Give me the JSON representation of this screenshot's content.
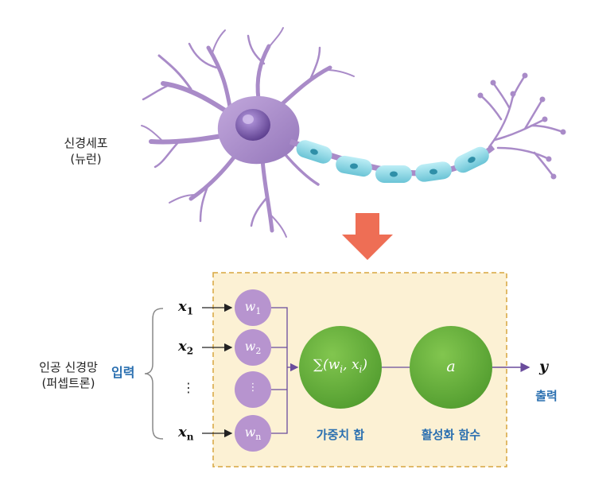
{
  "neuron_label": {
    "line1": "신경세포",
    "line2": "(뉴런)"
  },
  "perceptron_label": {
    "line1": "인공 신경망",
    "line2": "(퍼셉트론)"
  },
  "input_label": "입력",
  "inputs": [
    {
      "symbol": "x",
      "sub": "1"
    },
    {
      "symbol": "x",
      "sub": "2"
    },
    {
      "symbol": "⋮",
      "sub": ""
    },
    {
      "symbol": "x",
      "sub": "n"
    }
  ],
  "weights": [
    {
      "symbol": "w",
      "sub": "1"
    },
    {
      "symbol": "w",
      "sub": "2"
    },
    {
      "symbol": "⋮",
      "sub": ""
    },
    {
      "symbol": "w",
      "sub": "n"
    }
  ],
  "sum_node": {
    "formula": "∑(w_i, x_i)",
    "caption": "가중치 합"
  },
  "activation_node": {
    "symbol": "a",
    "caption": "활성화 함수"
  },
  "output": {
    "symbol": "y",
    "caption": "출력"
  },
  "colors": {
    "neuron_body": "#a98bc8",
    "neuron_nucleus": "#6a4c9c",
    "myelin": "#8fd6e3",
    "arrow": "#ee6e55",
    "box_fill": "#fcf1d4",
    "box_border": "#d7a63e",
    "weight_node": "#b794cf",
    "green_node": "#66ae3c",
    "accent_text": "#2a6fb0",
    "line": "#6a4c9c"
  },
  "icons": [
    "neuron-illustration",
    "down-arrow-icon"
  ]
}
